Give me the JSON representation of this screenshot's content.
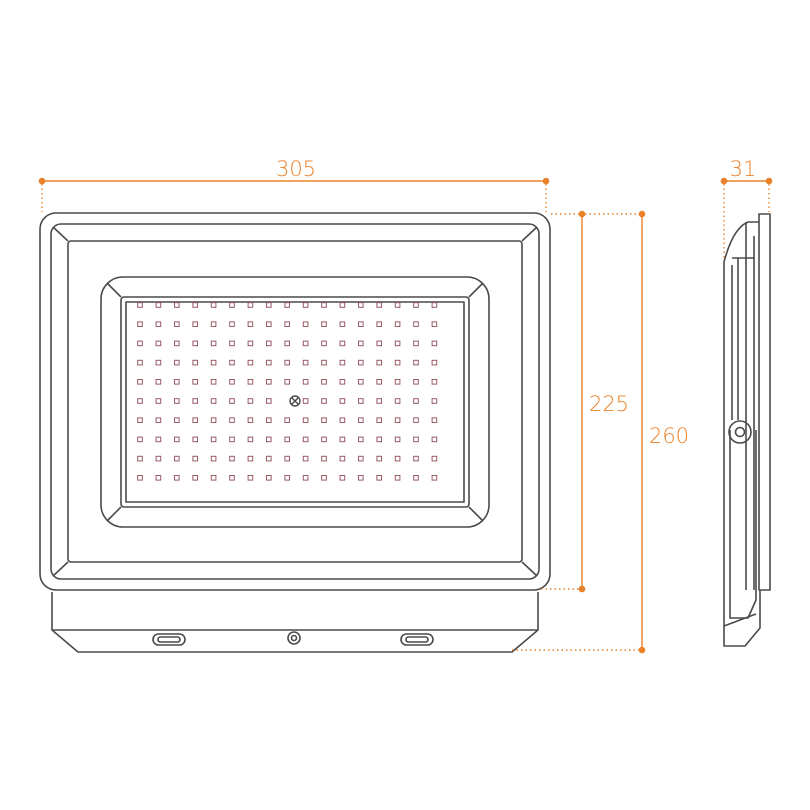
{
  "dimensions": {
    "width": "305",
    "depth": "31",
    "body_height": "225",
    "total_height": "260"
  },
  "colors": {
    "outline": "#4a4a4a",
    "dimension": "#e8822a",
    "led": "#9a5a66",
    "background": "#ffffff"
  }
}
